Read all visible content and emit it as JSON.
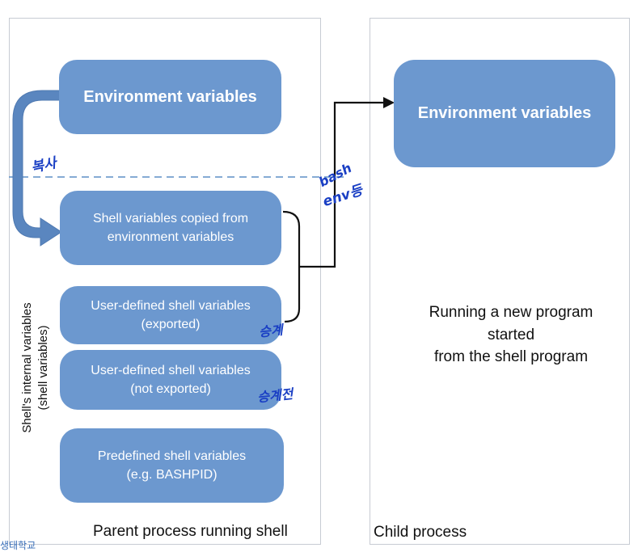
{
  "parent_panel": {
    "caption": "Parent process running shell",
    "env_box": "Environment variables",
    "shell_copied_box": "Shell variables copied from environment variables",
    "user_exported_box": [
      "User-defined shell variables",
      "(exported)"
    ],
    "user_not_exported_box": [
      "User-defined shell variables",
      "(not exported)"
    ],
    "predefined_box": [
      "Predefined shell variables",
      "(e.g. BASHPID)"
    ],
    "vertical_label": [
      "Shell's internal variables",
      "(shell variables)"
    ]
  },
  "child_panel": {
    "caption": "Child process",
    "env_box": "Environment variables",
    "description": [
      "Running a new program",
      "started",
      "from the shell program"
    ]
  },
  "annotations": {
    "copy": "복사",
    "bash": "bash",
    "env": "env등",
    "inherit": "승계",
    "before_inherit": "승계전"
  },
  "watermark": "생태학교",
  "colors": {
    "box_fill": "#6c98cf",
    "arrow_fill": "#5a86bf",
    "panel_border": "#c7cbd3",
    "dashed_line": "#5d8fc6",
    "handwriting": "#1a3fc4"
  }
}
